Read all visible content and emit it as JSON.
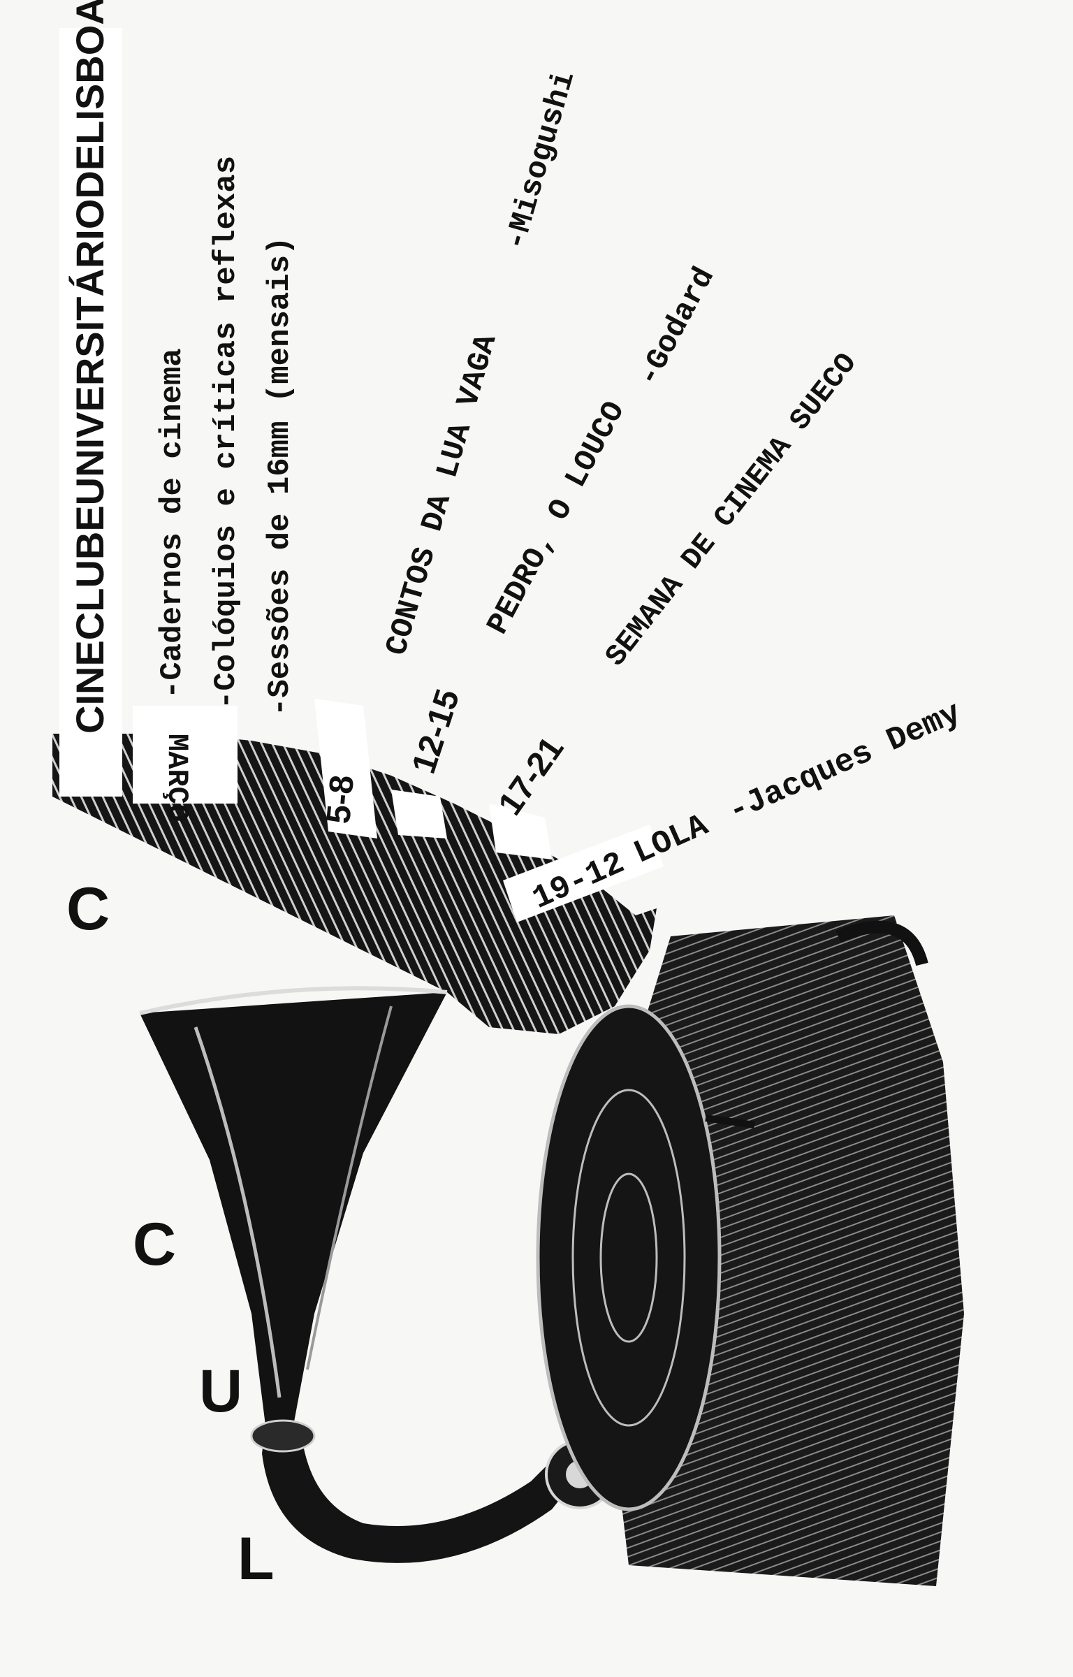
{
  "header": {
    "title": "CINECLUBEUNIVERSITÁRIODELISBOA"
  },
  "intro": {
    "items": [
      "-Cadernos de cinema",
      "-Colóquios e críticas reflexas",
      "-Sessões de 16mm (mensais)"
    ]
  },
  "month": "MARÇO",
  "program": [
    {
      "date": "5-8",
      "title": "CONTOS DA LUA VAGA",
      "director": "-Misogushi"
    },
    {
      "date": "12-15",
      "title": "PEDRO, O LOUCO",
      "director": "-Godard"
    },
    {
      "date": "17-21",
      "title": "SEMANA DE CINEMA SUECO",
      "director": ""
    },
    {
      "date": "19-12",
      "title": "LOLA",
      "director": "-Jacques Demy"
    }
  ],
  "logo": {
    "letters": [
      "C",
      "C",
      "U",
      "L"
    ]
  },
  "colors": {
    "ink": "#111111",
    "paper": "#f7f7f5"
  }
}
